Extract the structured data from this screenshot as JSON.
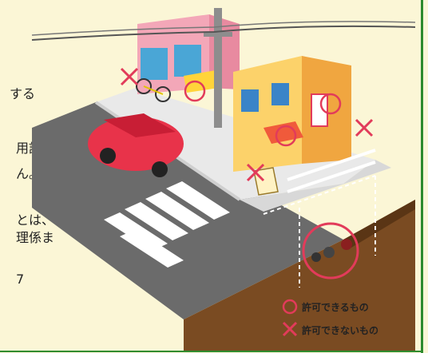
{
  "text_fragments": [
    "する",
    "用許可",
    "ん。",
    "とは、",
    "理係ま",
    "7"
  ],
  "legend": {
    "allowed_label": "許可できるもの",
    "not_allowed_label": "許可できないもの"
  }
}
